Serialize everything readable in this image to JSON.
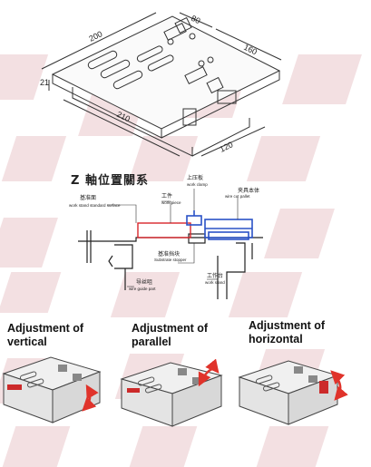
{
  "top_drawing": {
    "dims": [
      "200",
      "80",
      "160",
      "21",
      "210",
      "120"
    ]
  },
  "section_title": "Z 軸位置關系",
  "schematic_labels": {
    "work_stand_surface_cn": "基准面",
    "work_stand_surface_en": "work stand standard surface",
    "work_piece_cn": "工件",
    "work_piece_en": "work piece",
    "upper_clamp_cn": "上压板",
    "upper_clamp_en": "work clamp",
    "pallet_cn": "夹具本体",
    "pallet_en": "wire cut pallet",
    "stopper_cn": "基准挡块",
    "stopper_en": "Substrate stopper",
    "guide_cn": "导丝咀",
    "guide_en": "wire guide part",
    "work_stand_cn": "工作台",
    "work_stand_en": "work stand"
  },
  "adjustments": [
    {
      "label_line1": "Adjustment of",
      "label_line2": "vertical"
    },
    {
      "label_line1": "Adjustment of",
      "label_line2": "parallel"
    },
    {
      "label_line1": "Adjustment of",
      "label_line2": "horizontal"
    }
  ],
  "colors": {
    "accent_red": "#d9262b",
    "accent_blue": "#2a52c6",
    "arrow_red": "#e0332b"
  }
}
